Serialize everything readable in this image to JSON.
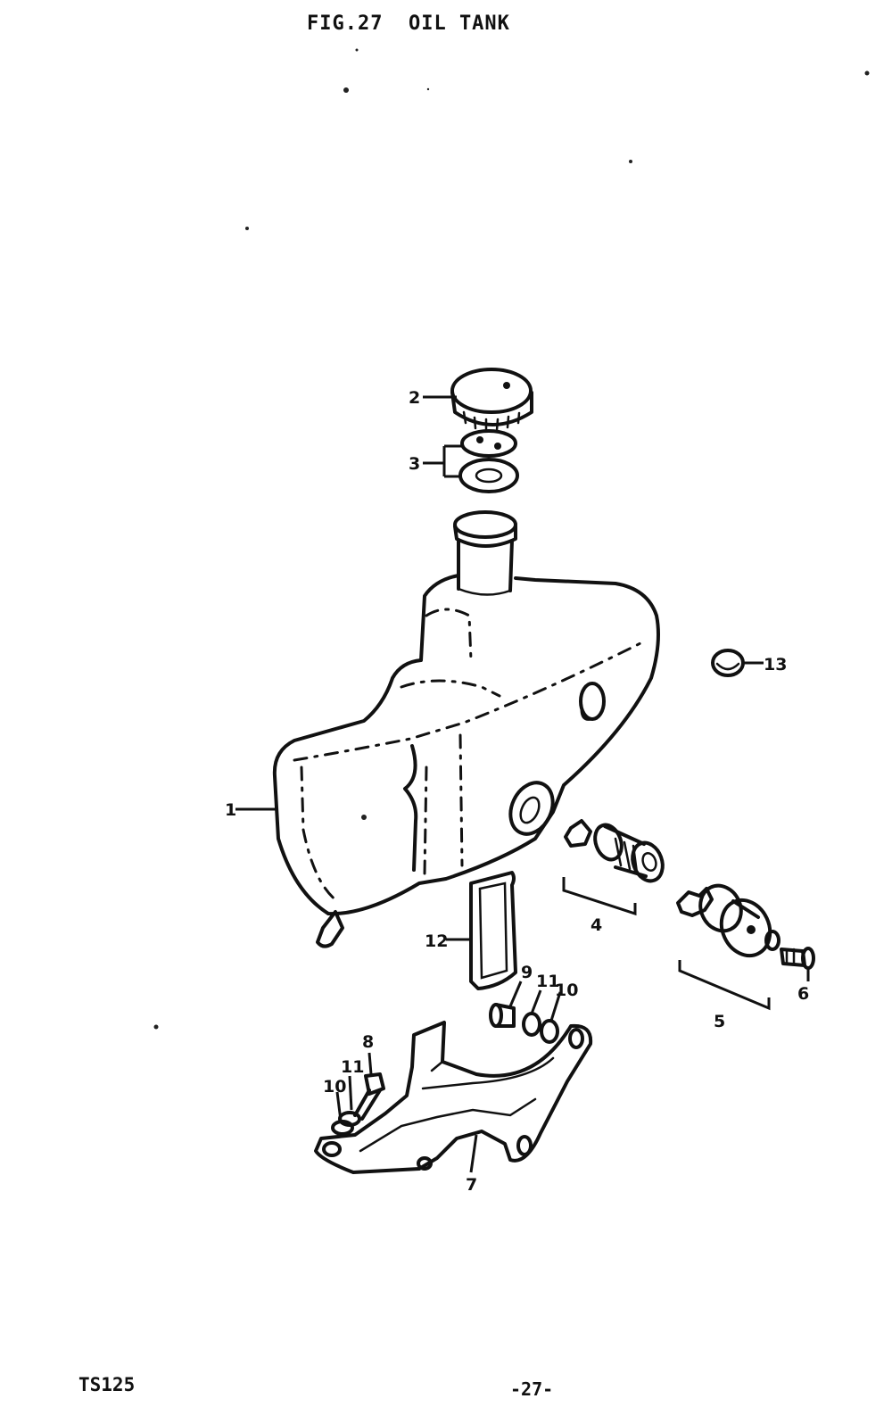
{
  "figure": {
    "title": "FIG.27  OIL TANK"
  },
  "footer": {
    "model": "TS125",
    "page_number": "-27-"
  },
  "callouts": {
    "p1": "1",
    "p2": "2",
    "p3": "3",
    "p4": "4",
    "p5": "5",
    "p6": "6",
    "p7": "7",
    "p8": "8",
    "p9": "9",
    "p10a": "10",
    "p10b": "10",
    "p11a": "11",
    "p11b": "11",
    "p12": "12",
    "p13": "13"
  }
}
